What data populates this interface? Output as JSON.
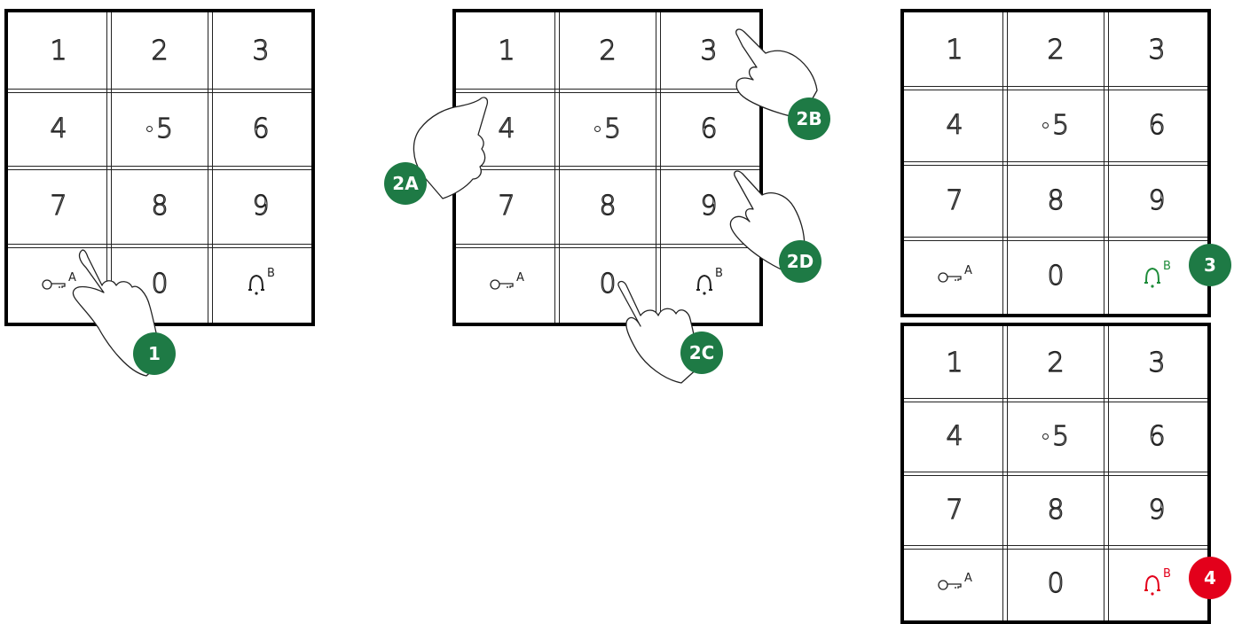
{
  "keys": [
    {
      "label": "1"
    },
    {
      "label": "2"
    },
    {
      "label": "3"
    },
    {
      "label": "4"
    },
    {
      "label": "5"
    },
    {
      "label": "6"
    },
    {
      "label": "7"
    },
    {
      "label": "8"
    },
    {
      "label": "9"
    },
    {
      "label": "",
      "icon": "key-icon",
      "sup": "A"
    },
    {
      "label": "0"
    },
    {
      "label": "",
      "icon": "bell-icon",
      "sup": "B"
    }
  ],
  "steps": [
    {
      "label": "1",
      "color": "#1e7a45"
    },
    {
      "label": "2A",
      "color": "#1e7a45"
    },
    {
      "label": "2B",
      "color": "#1e7a45"
    },
    {
      "label": "2C",
      "color": "#1e7a45"
    },
    {
      "label": "2D",
      "color": "#1e7a45"
    },
    {
      "label": "3",
      "color": "#1e7a45"
    },
    {
      "label": "4",
      "color": "#e3001b"
    }
  ],
  "colors": {
    "green": "#1e8c3a",
    "red": "#e3001b",
    "badge_green": "#1e7a45"
  }
}
